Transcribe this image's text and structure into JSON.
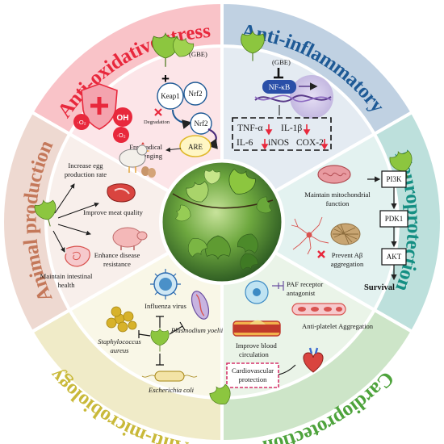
{
  "sectors": {
    "anti_oxidative": {
      "title": "Anti-oxidative stress",
      "color": "#e8283c"
    },
    "anti_inflammatory": {
      "title": "Anti-inflammatory",
      "color": "#1e5a96"
    },
    "neuroprotection": {
      "title": "Neuroprotection",
      "color": "#158f83"
    },
    "cardioprotection": {
      "title": "Cardioprotection",
      "color": "#4ea33c"
    },
    "anti_microbiology": {
      "title": "Anti-microbiology",
      "color": "#c9b93a"
    },
    "animal_production": {
      "title": "Animal production",
      "color": "#c4785a"
    }
  },
  "oxidative": {
    "gbe": "(GBE)",
    "plus": "+",
    "keap1": "Keap1",
    "nrf2_top": "Nrf2",
    "nrf2_bottom": "Nrf2",
    "degradation": "Degradation",
    "are": "ARE",
    "free_radical_line1": "Free radical",
    "free_radical_line2": "scavenging",
    "oh": "OH",
    "o2_left": "·O₂",
    "o2_bottom": "·O₂"
  },
  "inflammatory": {
    "gbe": "(GBE)",
    "nfkb": "NF-κB",
    "tnf": "TNF-α",
    "il1b": "IL-1β",
    "il6": "IL-6",
    "inos": "iNOS",
    "cox2": "COX-2"
  },
  "neuro": {
    "mito_line1": "Maintain mitochondrial",
    "mito_line2": "function",
    "pi3k": "PI3K",
    "pdk1": "PDK1",
    "akt": "AKT",
    "survival": "Survival",
    "abeta_line1": "Prevent Aβ",
    "abeta_line2": "aggregation"
  },
  "cardio": {
    "paf_line1": "PAF receptor",
    "paf_line2": "antagonist",
    "platelet": "Anti-platelet Aggregation",
    "blood_line1": "Improve blood",
    "blood_line2": "circulation",
    "cardio_line1": "Cardiovascular",
    "cardio_line2": "protection"
  },
  "microbio": {
    "influenza": "Influenza virus",
    "plasmodium": "Plasmodium yoelii",
    "staph_line1": "Staphylococcus",
    "staph_line2": "aureus",
    "ecoli": "Escherichia coli"
  },
  "animal": {
    "egg_line1": "Increase egg",
    "egg_line2": "production rate",
    "meat": "Improve meat quality",
    "disease_line1": "Enhance disease",
    "disease_line2": "resistance",
    "intestinal_line1": "Maintain intestinal",
    "intestinal_line2": "health"
  }
}
